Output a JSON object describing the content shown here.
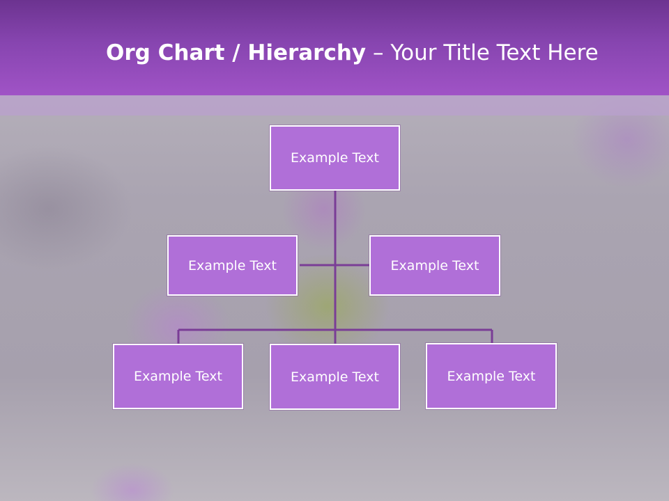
{
  "title": {
    "bold": "Org Chart / Hierarchy",
    "separator": " – ",
    "rest": "Your Title Text Here"
  },
  "org_chart": {
    "root": "Example Text",
    "assistants": [
      "Example Text",
      "Example Text"
    ],
    "children": [
      "Example Text",
      "Example Text",
      "Example Text"
    ]
  },
  "colors": {
    "header": "#8745b0",
    "box_fill": "#b06fd8",
    "box_border": "#ffffff",
    "connector": "#7a3d96"
  }
}
